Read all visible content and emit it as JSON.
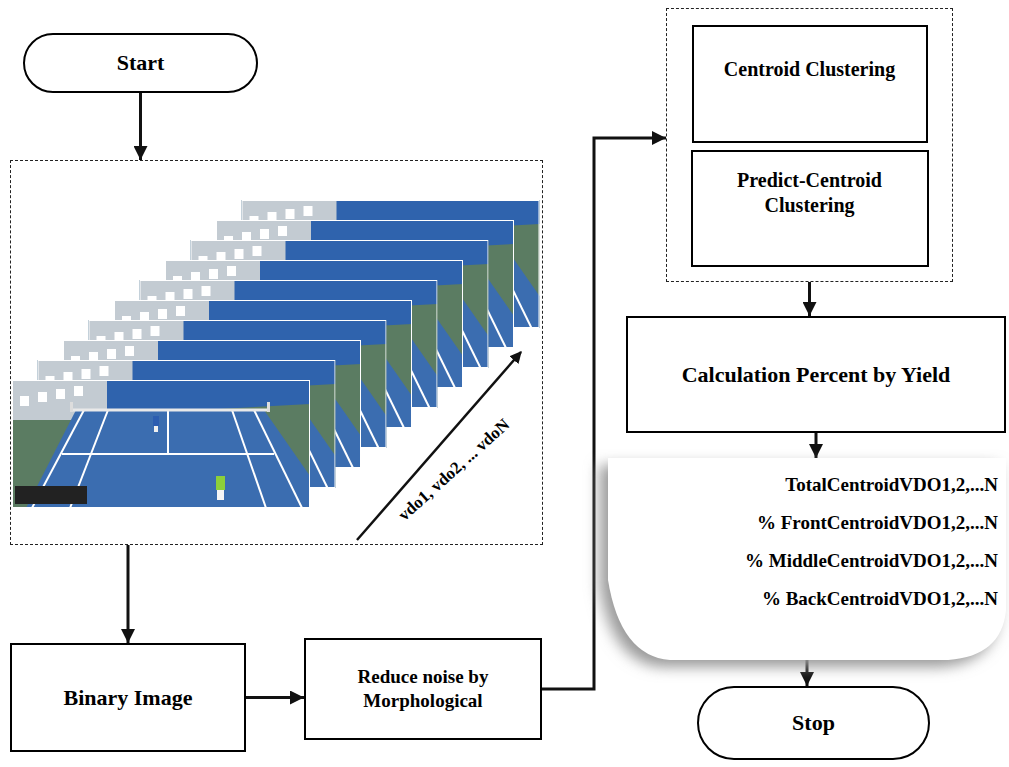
{
  "diagram": {
    "nodes": [
      {
        "text": [
          "Start"
        ]
      },
      {
        "text": [
          "vdo1, vdo2, ... vdoN"
        ]
      },
      {
        "text": [
          "Binary Image"
        ]
      },
      {
        "text": [
          "Reduce noise by Morphological"
        ]
      },
      {
        "text": []
      },
      {
        "text": [
          "Centroid Clustering"
        ],
        "in": 4
      },
      {
        "text": [
          "Predict-Centroid Clustering"
        ],
        "in": 4
      },
      {
        "text": [
          "Calculation Percent by Yield"
        ]
      },
      {
        "text": [
          "TotalCentroidVDO1,2,...N",
          "% FrontCentroidVDO1,2,...N",
          "% MiddleCentroidVDO1,2,...N",
          "% BackCentroidVDO1,2,...N"
        ]
      },
      {
        "text": [
          "Stop"
        ]
      }
    ],
    "edges": [
      {
        "from": 0,
        "to": 1,
        "arrow": "to"
      },
      {
        "from": 1,
        "to": 2,
        "arrow": "to"
      },
      {
        "from": 2,
        "to": 3,
        "arrow": "to"
      },
      {
        "from": 3,
        "to": 4,
        "arrow": "to"
      },
      {
        "from": 4,
        "to": 7,
        "arrow": "to"
      },
      {
        "from": 7,
        "to": 8,
        "arrow": "to"
      },
      {
        "from": 8,
        "to": 9,
        "arrow": "to"
      }
    ]
  }
}
